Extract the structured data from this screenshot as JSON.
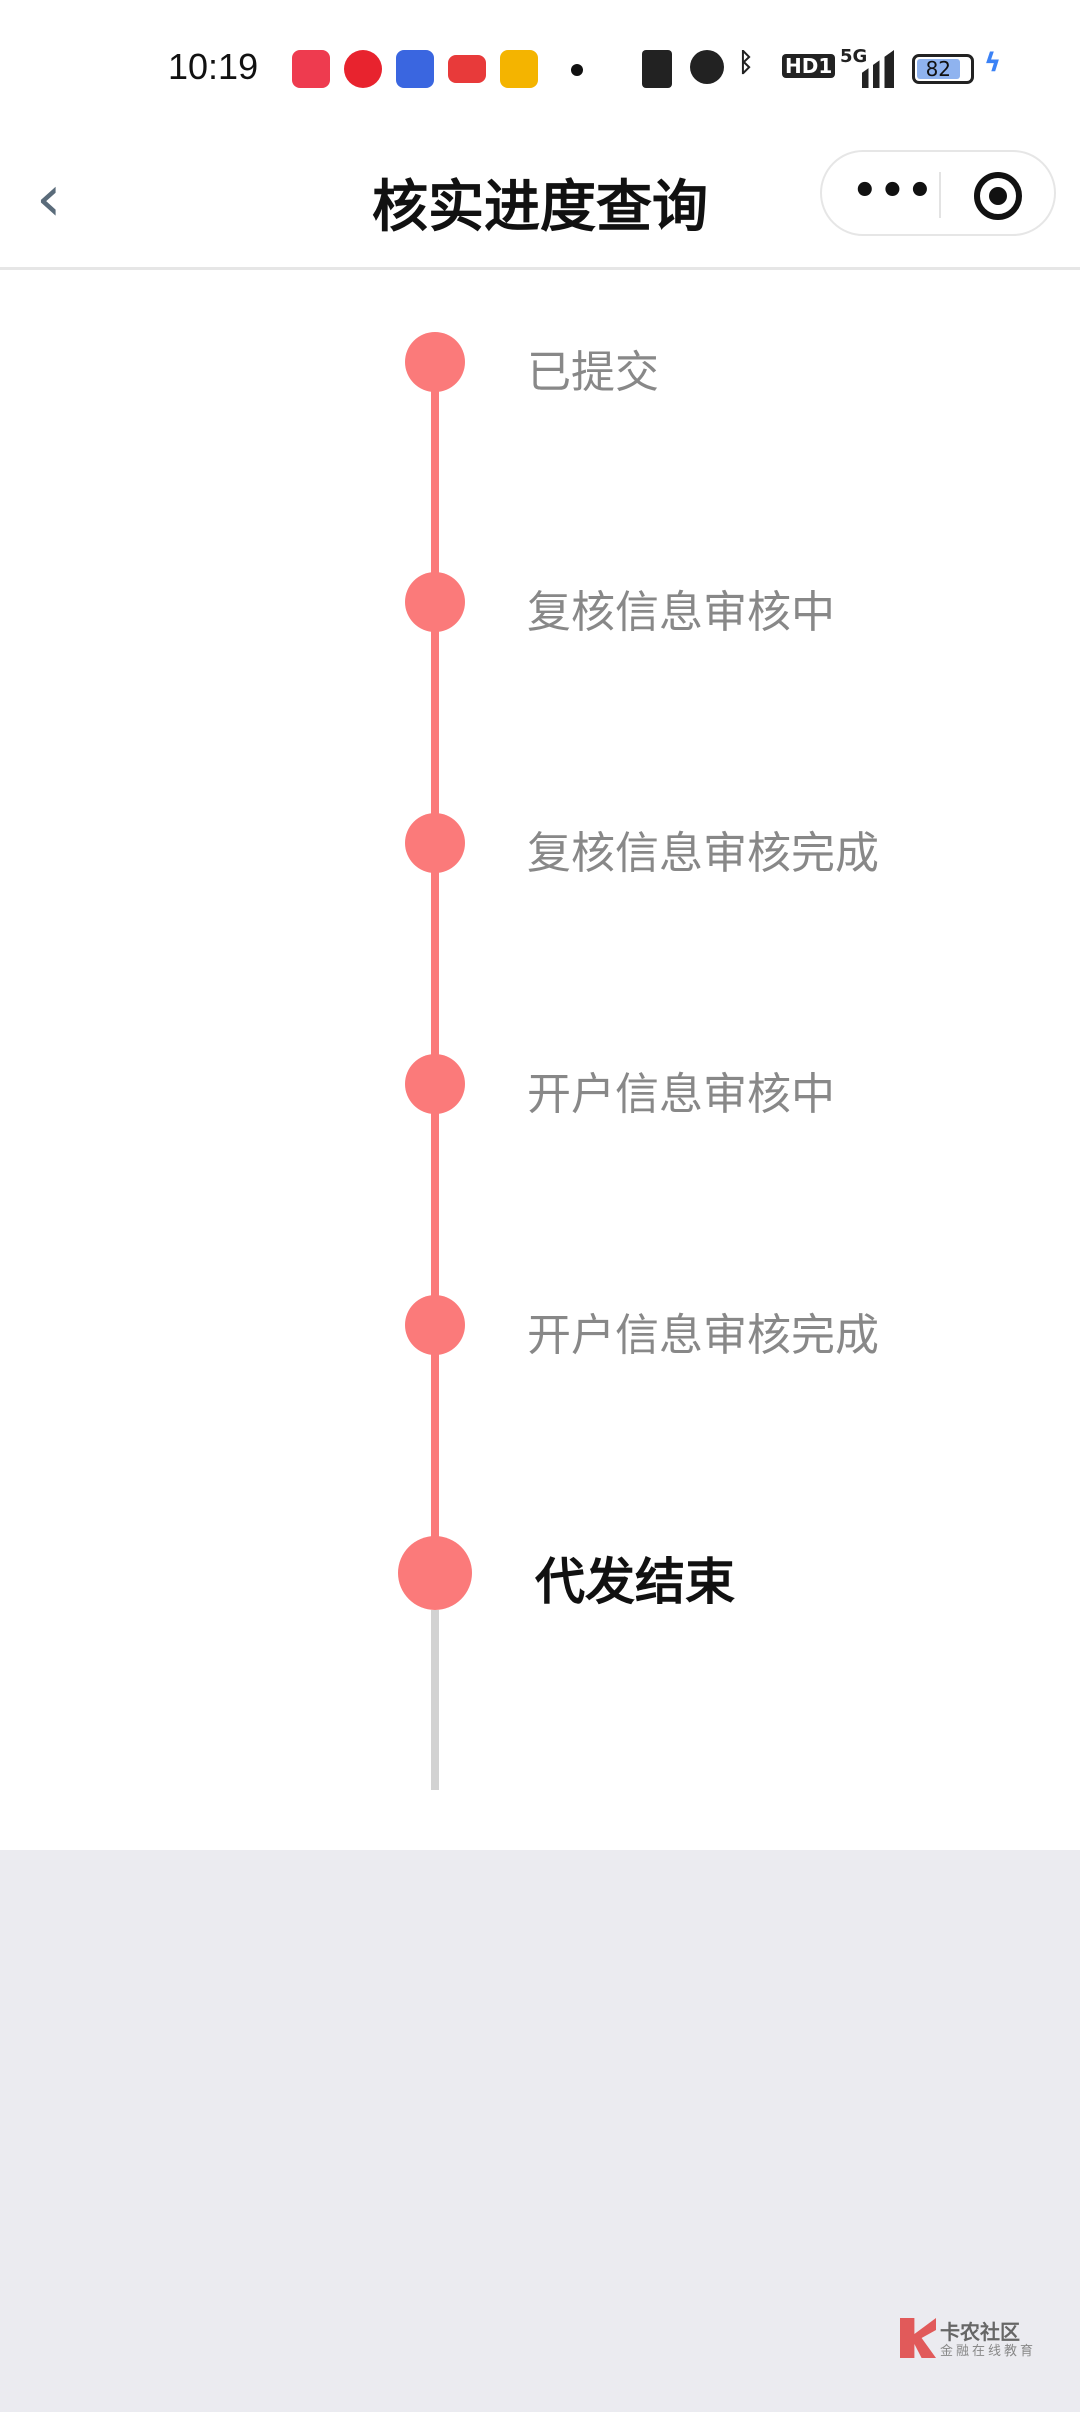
{
  "status_bar": {
    "time": "10:19",
    "battery": "82",
    "network": "5G",
    "hd": "HD1"
  },
  "header": {
    "title": "核实进度查询",
    "back": "‹",
    "more": "•••"
  },
  "timeline": {
    "steps": [
      {
        "label": "已提交"
      },
      {
        "label": "复核信息审核中"
      },
      {
        "label": "复核信息审核完成"
      },
      {
        "label": "开户信息审核中"
      },
      {
        "label": "开户信息审核完成"
      },
      {
        "label": "代发结束",
        "current": true
      }
    ],
    "accent": "#fb7a7a"
  },
  "watermark": {
    "name": "卡农社区",
    "tagline": "金融在线教育"
  }
}
